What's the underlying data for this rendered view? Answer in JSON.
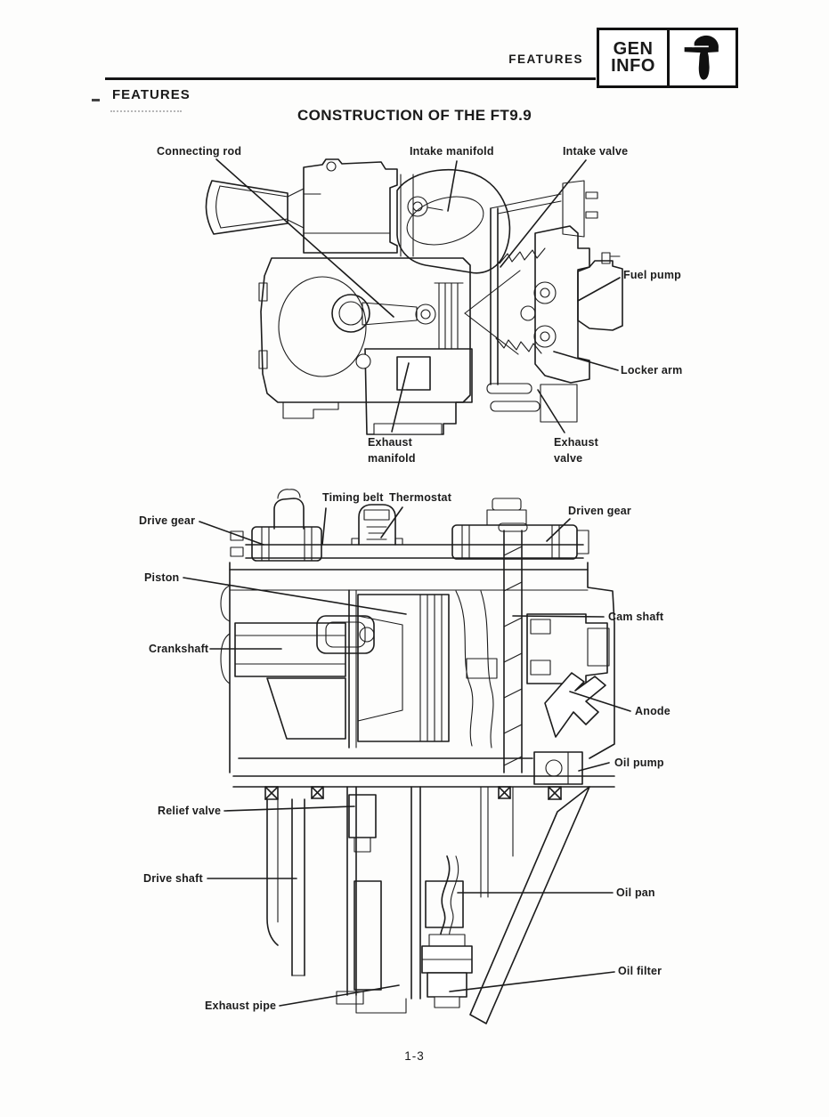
{
  "page": {
    "header": {
      "section_label": "FEATURES",
      "badge_line1": "GEN",
      "badge_line2": "INFO",
      "badge_icon": "outboard-motor-icon"
    },
    "heading": "FEATURES",
    "title": "CONSTRUCTION OF THE FT9.9",
    "page_number": "1-3",
    "colors": {
      "ink": "#1a1a1a",
      "paper": "#fdfdfc"
    }
  },
  "labels_top": {
    "connecting_rod": "Connecting rod",
    "intake_manifold": "Intake manifold",
    "intake_valve": "Intake valve",
    "fuel_pump": "Fuel pump",
    "locker_arm": "Locker arm",
    "exhaust_manifold": "Exhaust manifold",
    "exhaust_valve": "Exhaust valve"
  },
  "labels_bottom": {
    "drive_gear": "Drive gear",
    "timing_belt": "Timing belt",
    "thermostat": "Thermostat",
    "driven_gear": "Driven gear",
    "piston": "Piston",
    "cam_shaft": "Cam shaft",
    "crankshaft": "Crankshaft",
    "anode": "Anode",
    "oil_pump": "Oil pump",
    "relief_valve": "Relief valve",
    "drive_shaft": "Drive shaft",
    "oil_pan": "Oil pan",
    "oil_filter": "Oil filter",
    "exhaust_pipe": "Exhaust pipe"
  }
}
